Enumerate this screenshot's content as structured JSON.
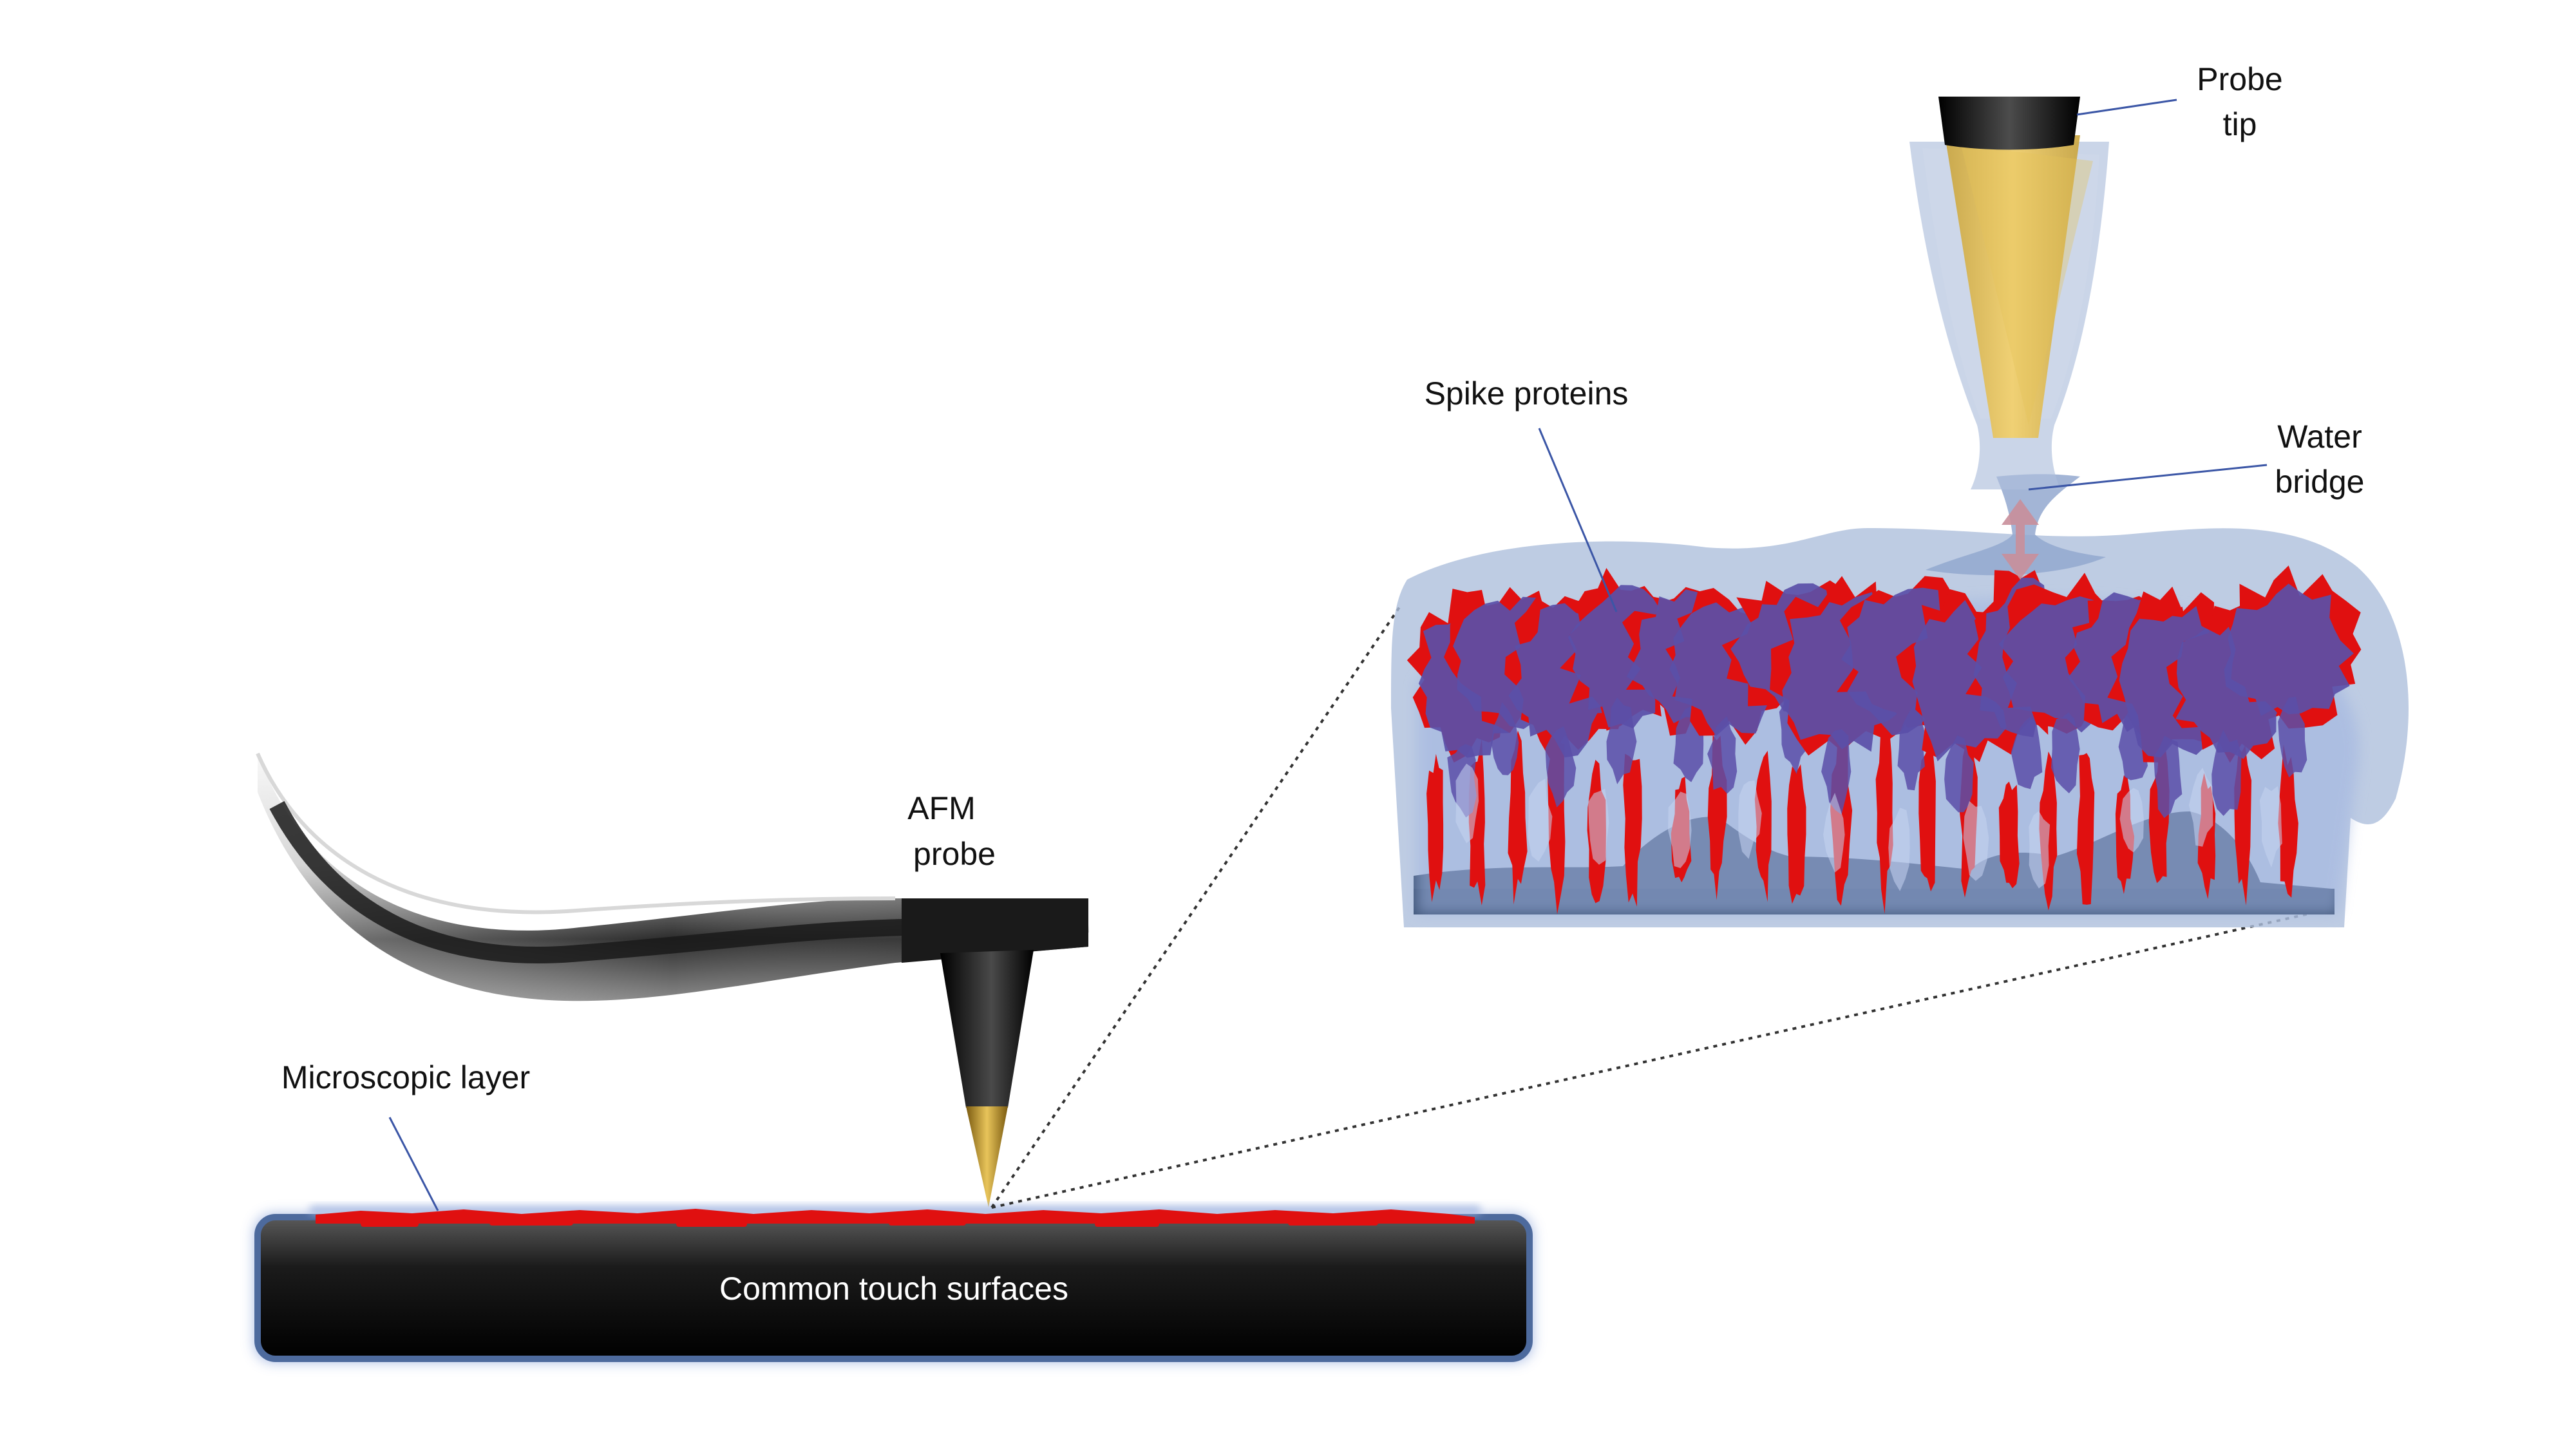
{
  "labels": {
    "probe_tip_line1": "Probe",
    "probe_tip_line2": "tip",
    "water_bridge_line1": "Water",
    "water_bridge_line2": "bridge",
    "spike_proteins": "Spike proteins",
    "afm_probe_line1": "AFM",
    "afm_probe_line2": "probe",
    "microscopic_layer": "Microscopic layer",
    "common_touch_surfaces": "Common touch surfaces"
  },
  "colors": {
    "protein_red": "#e01010",
    "protein_purple": "#5a4fa8",
    "water_blue": "#aebfdc",
    "substrate_slate": "#3f5578",
    "probe_gold": "#e6c25a",
    "surface_black": "#151515",
    "leader_line": "#3b56a6"
  }
}
